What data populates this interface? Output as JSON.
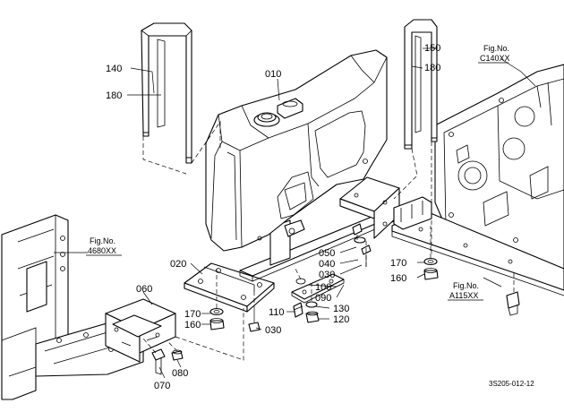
{
  "labels": {
    "p010": "010",
    "p020": "020",
    "p030a": "030",
    "p030b": "030",
    "p040": "040",
    "p050": "050",
    "p060": "060",
    "p070": "070",
    "p080": "080",
    "p090": "090",
    "p100": "100",
    "p110": "110",
    "p120": "120",
    "p130": "130",
    "p140": "140",
    "p150": "150",
    "p160a": "160",
    "p160b": "160",
    "p170a": "170",
    "p170b": "170",
    "p180a": "180",
    "p180b": "180"
  },
  "figrefs": {
    "c140": {
      "line1": "Fig.No.",
      "line2": "C140XX"
    },
    "f4680": {
      "line1": "Fig.No.",
      "line2": "4680XX"
    },
    "a115": {
      "line1": "Fig.No.",
      "line2": "A115XX"
    }
  },
  "drawing_code": "3S205-012-12"
}
